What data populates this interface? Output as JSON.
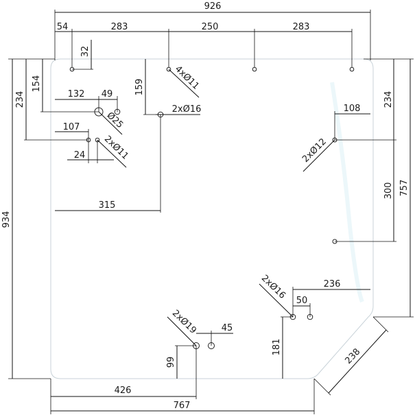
{
  "dimensions": {
    "overall_width": "926",
    "left_offset": "54",
    "hole_spacing_1": "283",
    "hole_spacing_2": "250",
    "hole_spacing_3": "283",
    "top_holes_from_edge": "32",
    "left_154": "154",
    "left_234": "234",
    "left_934": "934",
    "dim_132": "132",
    "dim_49": "49",
    "dim_159": "159",
    "dim_107": "107",
    "dim_24": "24",
    "dim_315": "315",
    "right_108": "108",
    "right_234": "234",
    "right_300": "300",
    "right_757": "757",
    "bottom_236": "236",
    "bottom_50": "50",
    "bottom_45": "45",
    "bottom_99": "99",
    "bottom_181": "181",
    "bottom_426": "426",
    "bottom_767": "767",
    "chamfer_238": "238"
  },
  "hole_callouts": {
    "top_holes": "4xØ11",
    "d25": "Ø25",
    "d16_upper": "2xØ16",
    "d11_left": "2xØ11",
    "d12_right": "2xØ12",
    "d16_lower": "2xØ16",
    "d19_bottom": "2xØ19"
  }
}
